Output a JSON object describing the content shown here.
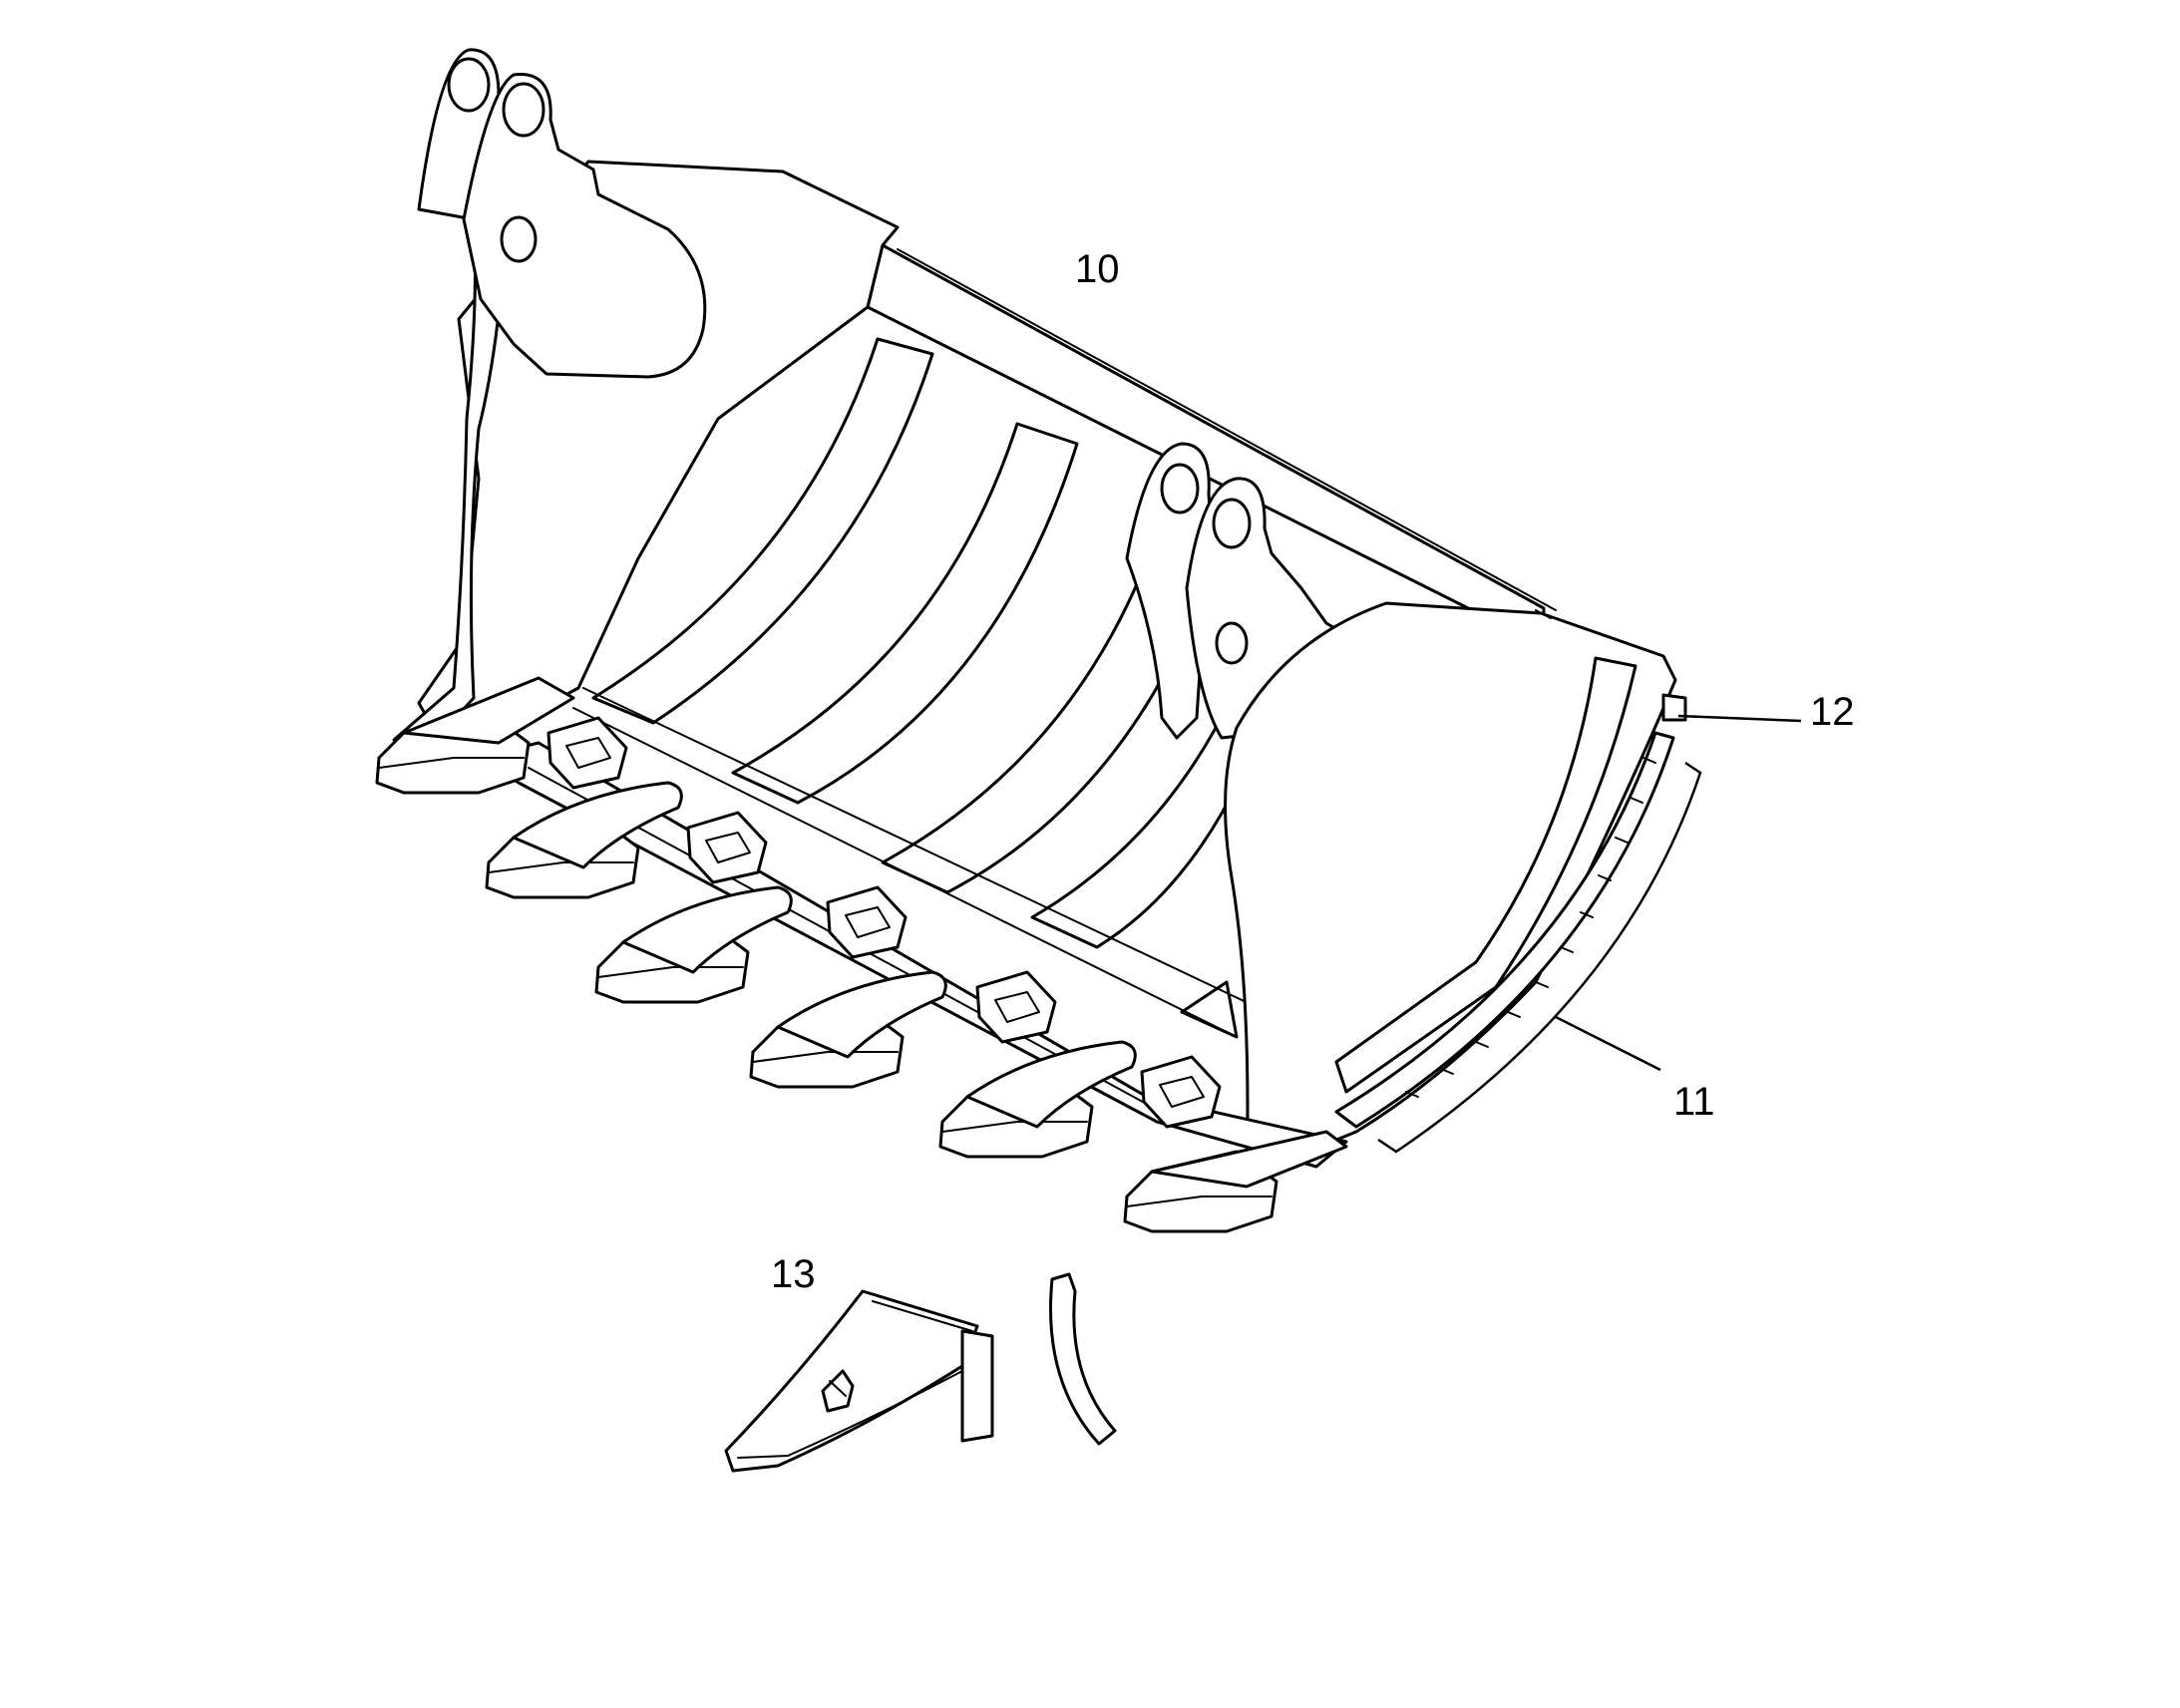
{
  "diagram": {
    "callouts": [
      {
        "id": "10",
        "label": "10"
      },
      {
        "id": "11",
        "label": "11"
      },
      {
        "id": "12",
        "label": "12"
      },
      {
        "id": "13",
        "label": "13"
      }
    ]
  }
}
